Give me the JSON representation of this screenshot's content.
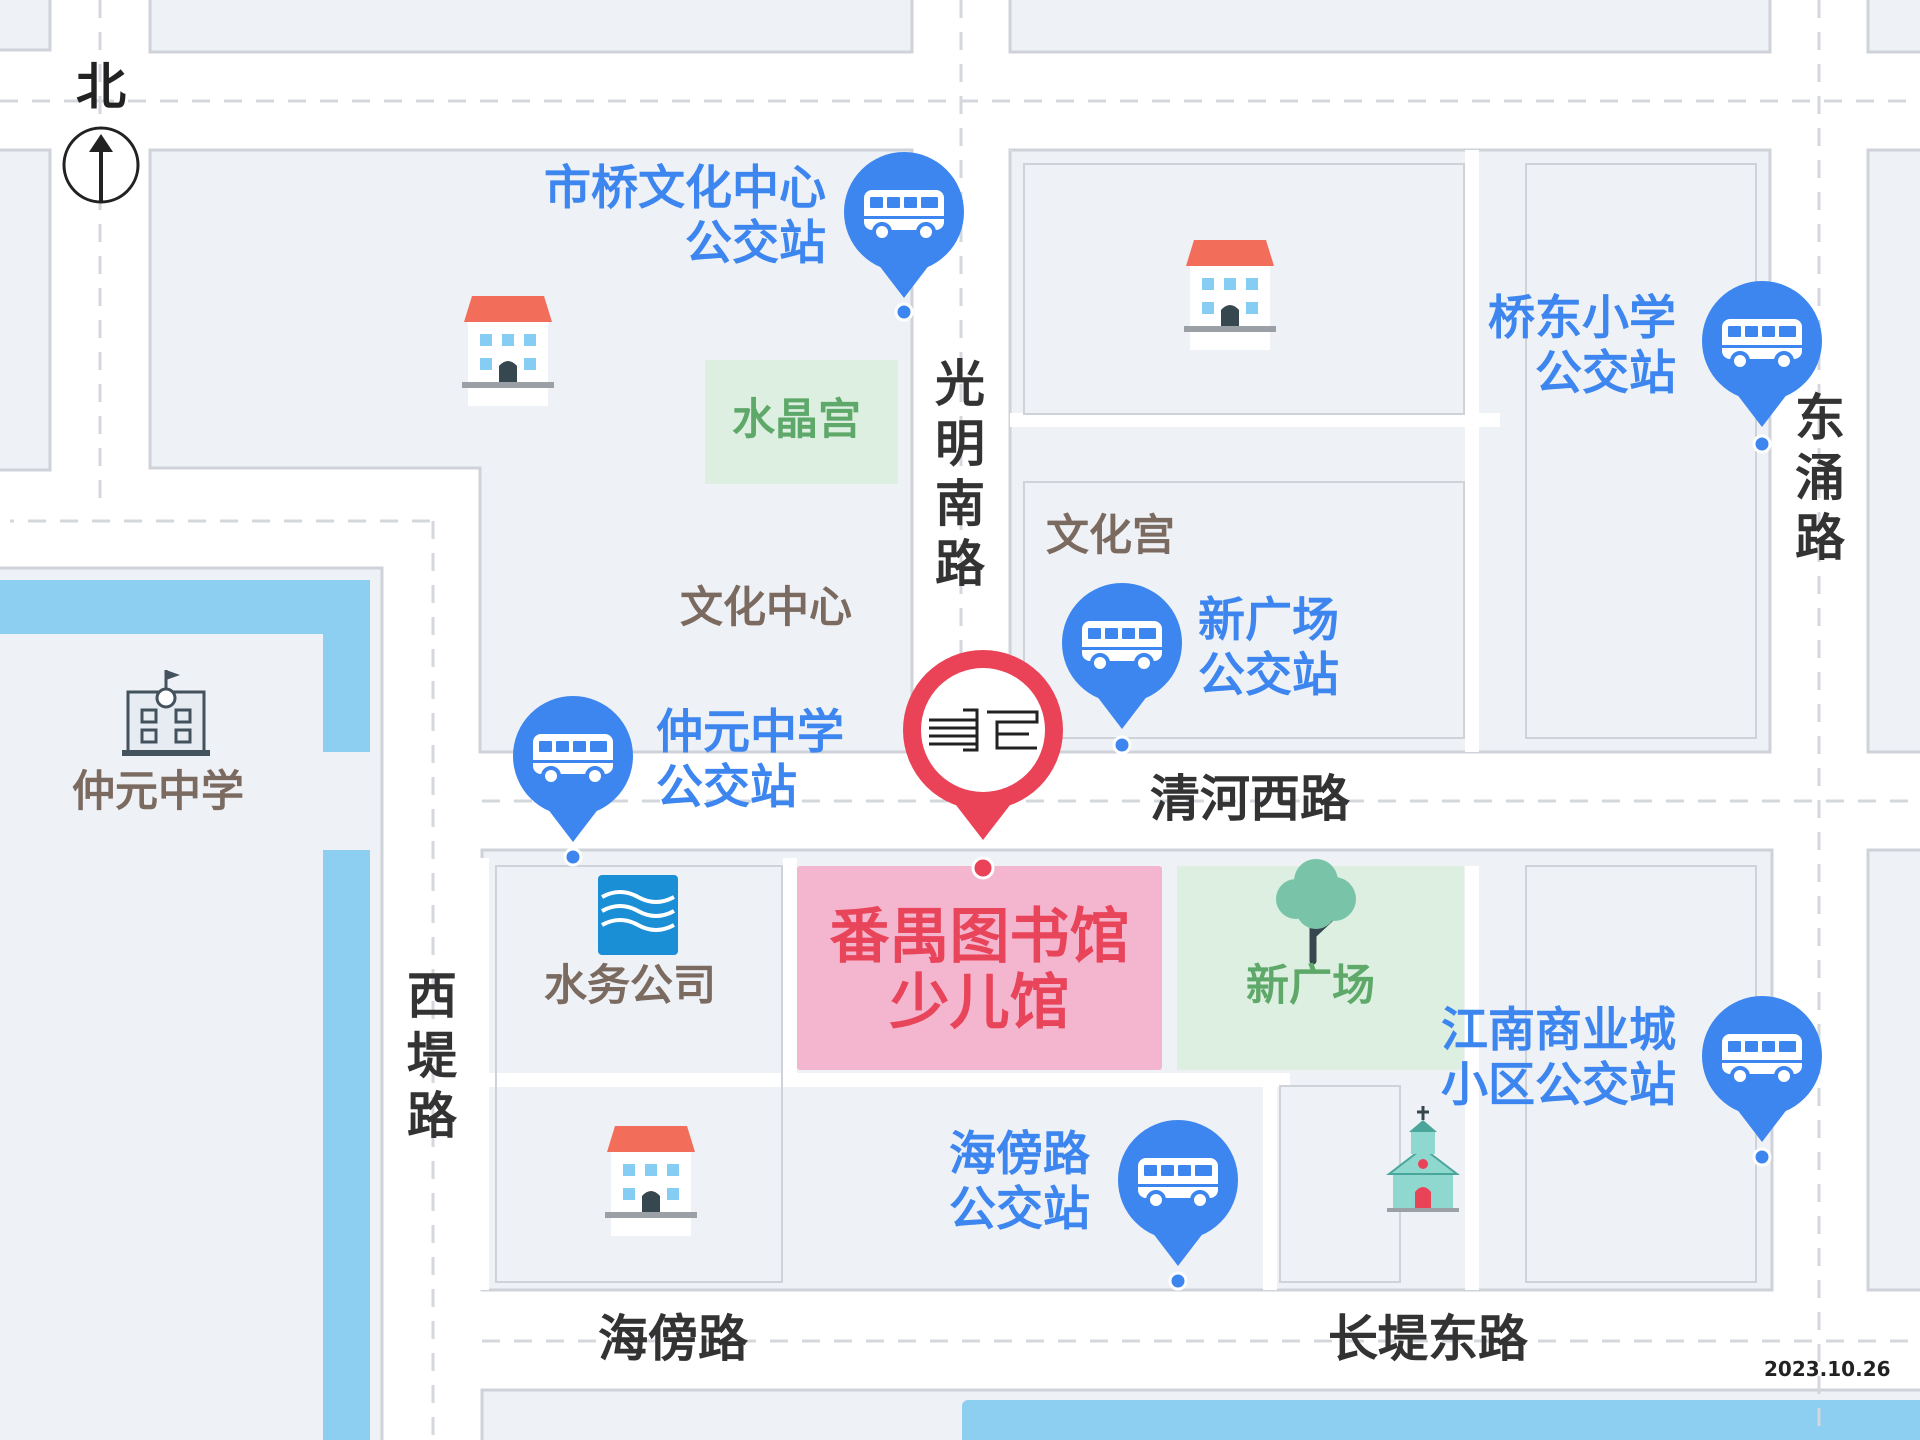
{
  "map": {
    "date": "2023.10.26",
    "north": "北",
    "colors": {
      "block": "#eef1f5",
      "road": "#ffffff",
      "road_edge": "#cfd3d9",
      "water": "#8ccff0",
      "park": "#dcefe0",
      "library_block": "#f4b6cf",
      "bus_pin": "#3d86f0",
      "library_pin": "#ea4358"
    },
    "library": {
      "line1": "番禺图书馆",
      "line2": "少儿馆"
    },
    "bus_stops": {
      "shiqiao": {
        "line1": "市桥文化中心",
        "line2": "公交站"
      },
      "qiaodong": {
        "line1": "桥东小学",
        "line2": "公交站"
      },
      "xinguangchang": {
        "line1": "新广场",
        "line2": "公交站"
      },
      "zhongyuan": {
        "line1": "仲元中学",
        "line2": "公交站"
      },
      "haibang": {
        "line1": "海傍路",
        "line2": "公交站"
      },
      "jiangnan": {
        "line1": "江南商业城",
        "line2": "小区公交站"
      }
    },
    "places": {
      "shuijinggong": "水晶宫",
      "wenhuagong": "文化宫",
      "wenhuazhongxin": "文化中心",
      "zhongyuan_school": "仲元中学",
      "shuiwu": "水务公司",
      "xinguangchang_park": "新广场"
    },
    "roads": {
      "guangming": "光明南路",
      "dongyong": "东涌路",
      "qinghe": "清河西路",
      "xiti": "西堤路",
      "haibang": "海傍路",
      "changti": "长堤东路"
    }
  }
}
